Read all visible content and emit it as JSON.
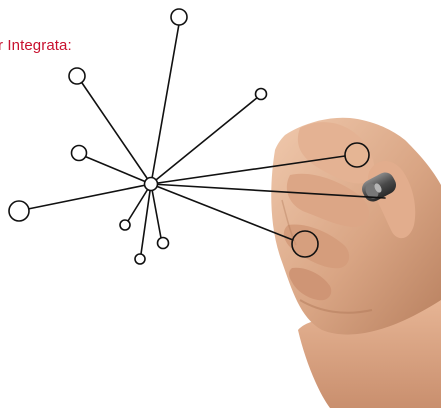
{
  "caption": {
    "text": "r Integrata:",
    "color": "#c8102e"
  },
  "colors": {
    "ink": "#111111",
    "skin": "#d9a584",
    "skin_shadow": "#b87a5c",
    "skin_highlight": "#efc7aa",
    "marker": "#5a5a5a"
  },
  "diagram": {
    "hub": "network-hub-node",
    "nodes": 11
  }
}
